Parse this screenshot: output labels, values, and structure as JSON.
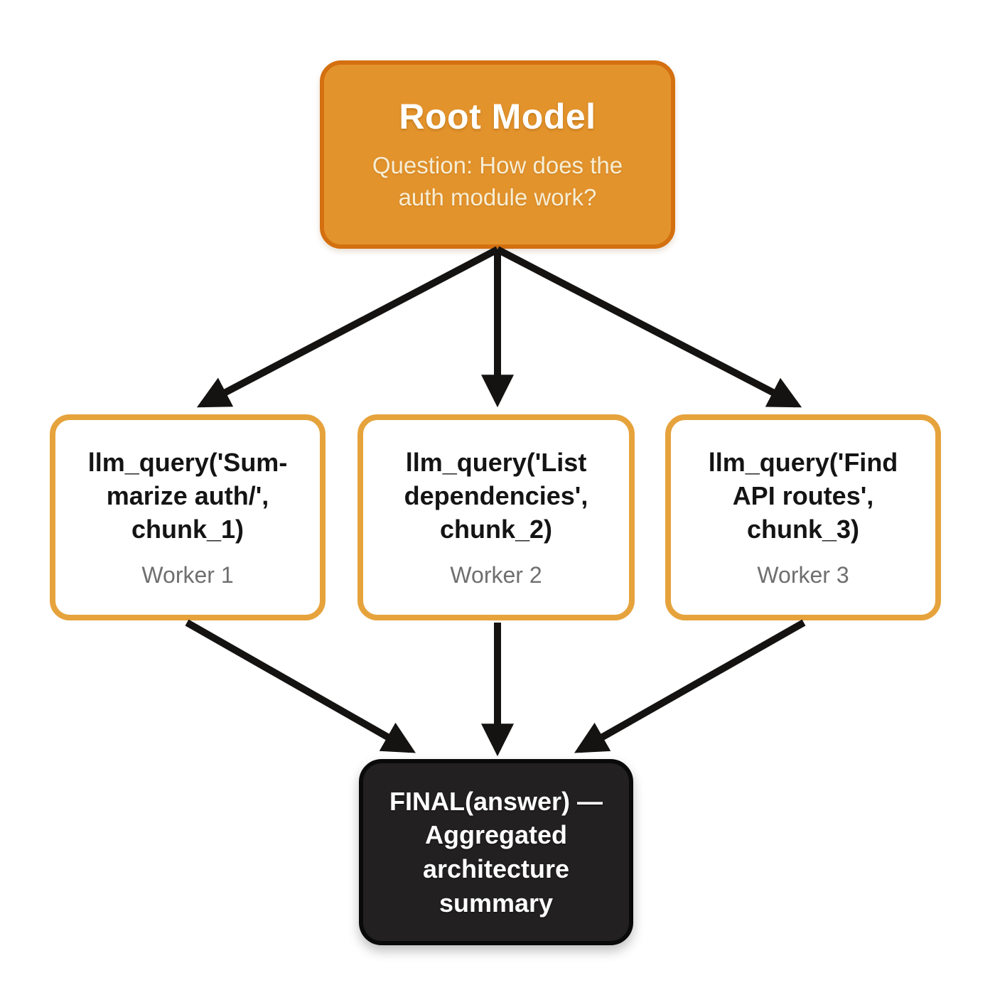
{
  "diagram": {
    "root": {
      "title": "Root Model",
      "subtitle": "Question: How does the\nauth module work?"
    },
    "workers": [
      {
        "code": "llm_query('Sum-\nmarize auth/',\nchunk_1)",
        "label": "Worker 1"
      },
      {
        "code": "llm_query('List\ndependencies',\nchunk_2)",
        "label": "Worker 2"
      },
      {
        "code": "llm_query('Find\nAPI routes',\nchunk_3)",
        "label": "Worker 3"
      }
    ],
    "final": {
      "text": "FINAL(answer) —\nAggregated\narchitecture\nsummary"
    },
    "edges": [
      {
        "from": "root-model",
        "to": "worker-1"
      },
      {
        "from": "root-model",
        "to": "worker-2"
      },
      {
        "from": "root-model",
        "to": "worker-3"
      },
      {
        "from": "worker-1",
        "to": "final"
      },
      {
        "from": "worker-2",
        "to": "final"
      },
      {
        "from": "worker-3",
        "to": "final"
      }
    ]
  },
  "colors": {
    "background": "#FFFFFF",
    "root_fill": "#E3932C",
    "root_border": "#D4700F",
    "root_title_text": "#FFFFFF",
    "root_subtitle_text": "#F7EDD3",
    "worker_fill": "#FFFFFF",
    "worker_border": "#E6A33C",
    "worker_code_text": "#141414",
    "worker_label_text": "#6F6F6F",
    "final_fill": "#222020",
    "final_border": "#0B0A0A",
    "final_text": "#FFFFFF",
    "arrow": "#151312"
  }
}
